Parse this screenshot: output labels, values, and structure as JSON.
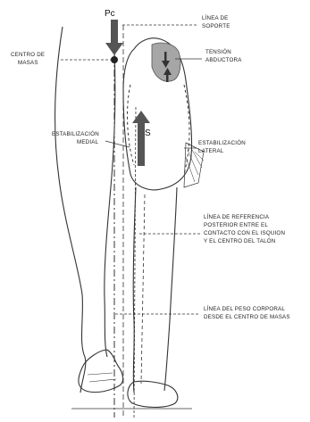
{
  "labels": {
    "pc": "Pc",
    "s": "S",
    "linea_soporte": [
      "LÍNEA DE",
      "SOPORTE"
    ],
    "centro_masas": [
      "CENTRO DE",
      "MASAS"
    ],
    "tension_abductora": [
      "TENSIÓN",
      "ABDUCTORA"
    ],
    "estab_medial": [
      "ESTABILIZACIÓN",
      "MEDIAL"
    ],
    "estab_lateral": [
      "ESTABILIZACIÓN",
      "LATERAL"
    ],
    "linea_referencia": [
      "LÍNEA DE REFERENCIA",
      "POSTERIOR ENTRE EL",
      "CONTACTO CON EL ISQUION",
      "Y EL CENTRO DEL TALÓN"
    ],
    "linea_peso": [
      "LÍNEA DEL PESO CORPORAL",
      "DESDE EL CENTRO DE MASAS"
    ]
  },
  "colors": {
    "ink": "#2a2a2a",
    "shade": "#9a9a9a",
    "arrow": "#555555"
  }
}
